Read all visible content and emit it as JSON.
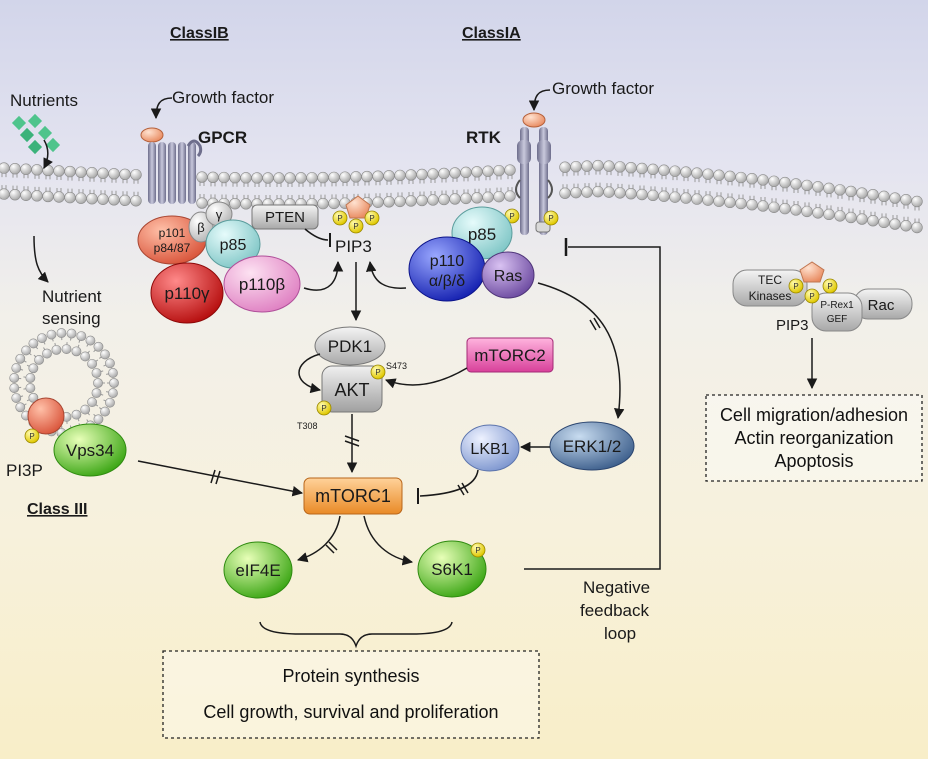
{
  "headers": {
    "class_ib": "ClassIB",
    "class_ia": "ClassIA",
    "class_iii": "Class III"
  },
  "labels": {
    "nutrients": "Nutrients",
    "growth_factor_left": "Growth factor",
    "growth_factor_right": "Growth factor",
    "gpcr": "GPCR",
    "rtk": "RTK",
    "nutrient_sensing_1": "Nutrient",
    "nutrient_sensing_2": "sensing",
    "pip3": "PIP3",
    "pip3_right": "PIP3",
    "pten": "PTEN",
    "pi3p": "PI3P",
    "s473": "S473",
    "t308": "T308",
    "negative_feedback_1": "Negative",
    "negative_feedback_2": "feedback",
    "negative_feedback_3": "loop",
    "phospho": "P"
  },
  "proteins": {
    "p101": "p101",
    "p8487": "p84/87",
    "beta": "β",
    "gamma": "γ",
    "p85_left": "p85",
    "p110g": "p110γ",
    "p110b": "p110β",
    "p85_right": "p85",
    "p110abd_1": "p110",
    "p110abd_2": "α/β/δ",
    "ras": "Ras",
    "pdk1": "PDK1",
    "akt": "AKT",
    "mtorc2": "mTORC2",
    "lkb1": "LKB1",
    "erk": "ERK1/2",
    "mtorc1": "mTORC1",
    "vps34": "Vps34",
    "eif4e": "eIF4E",
    "s6k1": "S6K1",
    "tec_1": "TEC",
    "tec_2": "Kinases",
    "prex_1": "P-Rex1",
    "prex_2": "GEF",
    "rac": "Rac"
  },
  "outcome_boxes": {
    "right": [
      "Cell migration/adhesion",
      "Actin reorganization",
      "Apoptosis"
    ],
    "bottom": [
      "Protein synthesis",
      "Cell growth, survival and proliferation"
    ]
  },
  "colors": {
    "membrane_head": "#d9d9d9",
    "receptor": "#8a8aa6",
    "ligand": "#f0a080",
    "phospho_yellow": "#f2e21a",
    "mtorc1": "#f09a3e",
    "mtorc2": "#e35aa6",
    "green_node": "#5cc21e",
    "erk": "#4e6f96",
    "lkb1": "#8ea6d8",
    "p110g": "#d41f1f",
    "p110abd": "#2030c8",
    "ras": "#8462b4"
  }
}
